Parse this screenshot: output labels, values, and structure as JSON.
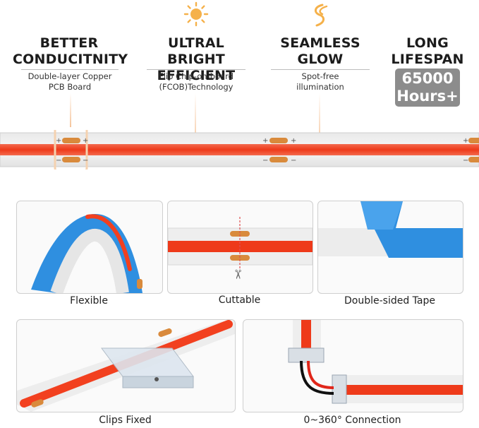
{
  "features": [
    {
      "title_l1": "BETTER",
      "title_l2": "CONDUCITNITY",
      "sub_l1": "Double-layer Copper",
      "sub_l2": "PCB Board",
      "icon": "none"
    },
    {
      "title_l1": "ULTRAL BRIGHT",
      "title_l2": "EFFICIENT",
      "sub_l1": "Flip Chip-on-board",
      "sub_l2": "(FCOB)Technology",
      "icon": "sun-icon"
    },
    {
      "title_l1": "SEAMLESS",
      "title_l2": "GLOW",
      "sub_l1": "Spot-free",
      "sub_l2": "illumination",
      "icon": "wave-icon"
    },
    {
      "title_l1": "LONG",
      "title_l2": "LIFESPAN",
      "badge_l1": "65000",
      "badge_l2": "Hours+",
      "icon": "none"
    }
  ],
  "strip": {
    "plus": "+",
    "minus": "−"
  },
  "panels": [
    {
      "caption": "Flexible"
    },
    {
      "caption": "Cuttable"
    },
    {
      "caption": "Double-sided Tape"
    },
    {
      "caption": "Clips Fixed"
    },
    {
      "caption": "0~360° Connection"
    }
  ],
  "colors": {
    "led_red": "#f2401f",
    "copper": "#d98a3c",
    "tape_blue": "#2f8fe0",
    "badge_gray": "#8c8c8c"
  }
}
